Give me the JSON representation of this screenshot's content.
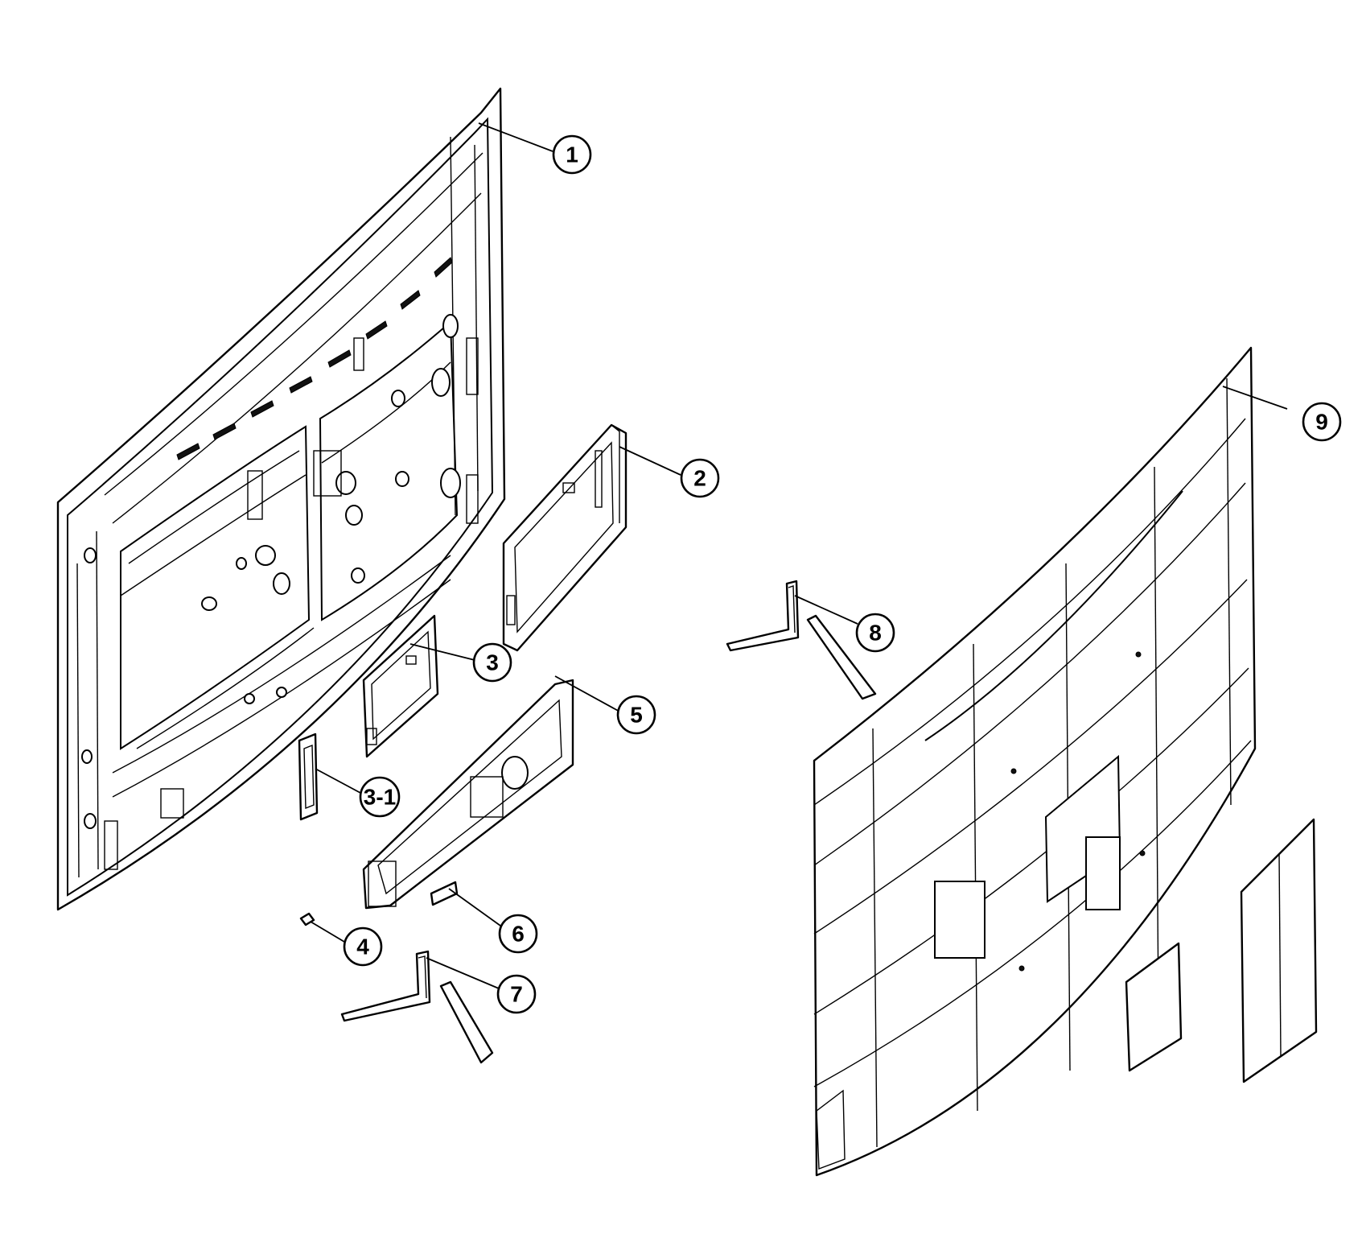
{
  "callouts": [
    {
      "id": "1",
      "label": "1"
    },
    {
      "id": "2",
      "label": "2"
    },
    {
      "id": "3",
      "label": "3"
    },
    {
      "id": "3-1",
      "label": "3-1"
    },
    {
      "id": "4",
      "label": "4"
    },
    {
      "id": "5",
      "label": "5"
    },
    {
      "id": "6",
      "label": "6"
    },
    {
      "id": "7",
      "label": "7"
    },
    {
      "id": "8",
      "label": "8"
    },
    {
      "id": "9",
      "label": "9"
    }
  ],
  "colors": {
    "line": "#000000",
    "background": "#ffffff"
  }
}
